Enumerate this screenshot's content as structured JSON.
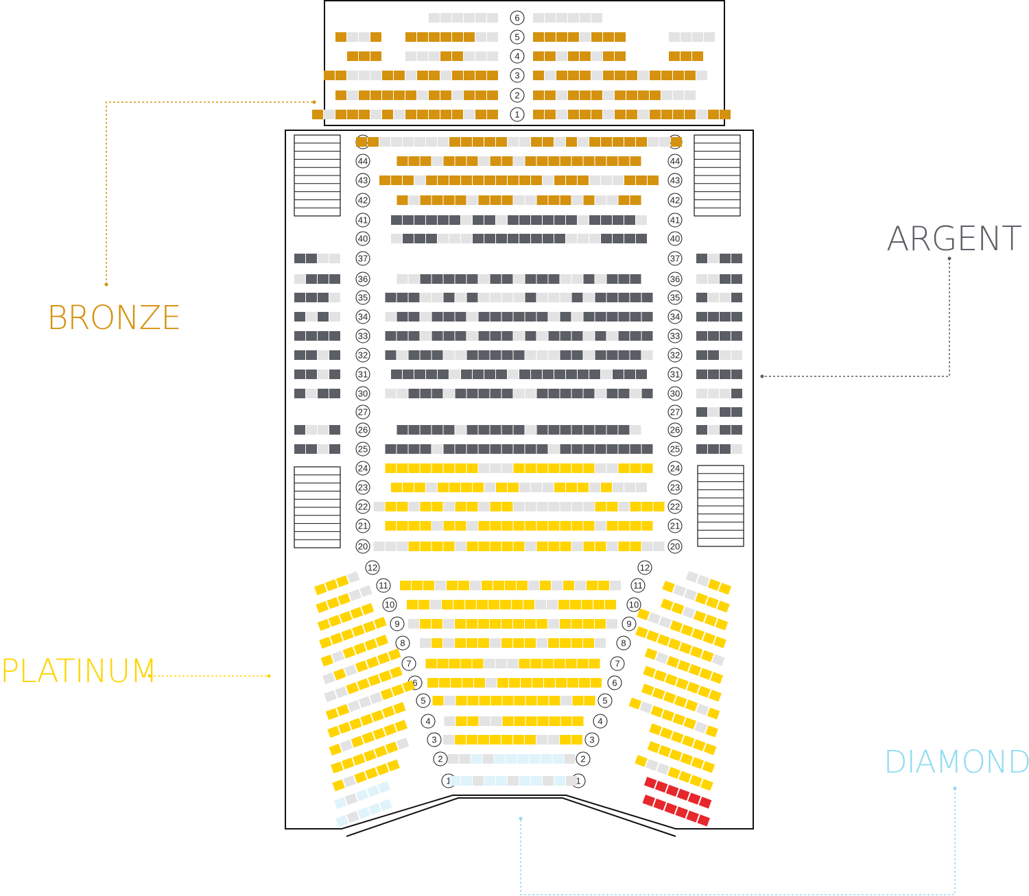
{
  "colors": {
    "bronze": "#d4920f",
    "argent": "#5c5e66",
    "platinum": "#ffd400",
    "diamond": "#dff3fb",
    "diamond_label": "#8fdcf2",
    "premium": "#e6282d",
    "unavailable": "#e3e3e3",
    "outline": "#111111"
  },
  "legend": {
    "bronze": "BRONZE",
    "argent": "ARGENT",
    "platinum": "PLATINUM",
    "diamond": "DIAMOND"
  },
  "balcony": {
    "rows": [
      {
        "num": "6",
        "left": "______",
        "right": "______",
        "far_right": ""
      },
      {
        "num": "5",
        "left": "B__B  BBBBBB__",
        "right": "BBBB_BBB",
        "far_right": "____"
      },
      {
        "num": "4",
        "left": "BBB  ___BB___",
        "right": "BB_BB_BB",
        "far_right": "BBB"
      },
      {
        "num": "3",
        "left": "BB___BB_BB_BBBB",
        "right": "B_BBB_BBB_BBBB_",
        "far_right": ""
      },
      {
        "num": "2",
        "left": "B_BBBBB_BB_BBB",
        "right": "BB_BBB_BBBB___",
        "far_right": ""
      },
      {
        "num": "1",
        "left": "B_BBB_B_BBBBB_BB",
        "right": "BB_BBB_BB_BBBB_BB",
        "far_right": ""
      }
    ]
  },
  "stalls": {
    "upper": [
      {
        "num": "45",
        "seats": "BB______BBBBB__BB_B_BBBBB__B"
      },
      {
        "num": "44",
        "seats": "BBB_BBB_BB_BBBBBBBBBB"
      },
      {
        "num": "43",
        "seats": "BBB_BBBBBBBBBB_BBB___BBB"
      },
      {
        "num": "42",
        "seats": "B_BBBB_BBB__BBB_B__BB"
      },
      {
        "num": "41",
        "seats": "AAAAAA_AA_AAAAAA_AAAA_"
      },
      {
        "num": "40",
        "seats": "_AAA___AAAAAAAA___AAAA"
      },
      {
        "num": "37",
        "seats": ""
      },
      {
        "num": "36",
        "seats": "__AAAAA_AA_AAA__A_AAA"
      },
      {
        "num": "35",
        "seats": "AAA__A_A____A___A_AAAAA"
      },
      {
        "num": "34",
        "seats": "_AA_AAA_AAAAAA_A_AAAAAA"
      },
      {
        "num": "33",
        "seats": "AAA_AAA_AAA_A_AAA_A_AAA"
      },
      {
        "num": "32",
        "seats": "A_AAA__AAAAA___AA_AAAA_"
      },
      {
        "num": "31",
        "seats": "AAAAA_AAAA_AAAAAAA_AAA"
      },
      {
        "num": "30",
        "seats": "__AAA_AAAAA__AAAAA_AA_A"
      },
      {
        "num": "27",
        "seats": ""
      },
      {
        "num": "26",
        "seats": "AAAAA_AAAAA_AAAAAAAA_"
      },
      {
        "num": "25",
        "seats": "AAAA_AAAAAAAAA_AAAAAAAA"
      },
      {
        "num": "24",
        "seats": "PPPPPPPP___PPPPPPP__PPP"
      },
      {
        "num": "23",
        "seats": "PPP_PPPP_PP___PPP_P___"
      },
      {
        "num": "22",
        "seats": "_PP_PP_PP_PP_______PP_PPP"
      },
      {
        "num": "21",
        "seats": "PPPP_PP_PPPPPPPPPP_PPPP"
      },
      {
        "num": "20",
        "seats": "___PPPP_PPPPP_PPP_PP_PP__"
      }
    ],
    "boxes_left": [
      {
        "num": "37",
        "seats": "AA__"
      },
      {
        "num": "36",
        "seats": "_AAA"
      },
      {
        "num": "35",
        "seats": "AAA_"
      },
      {
        "num": "34",
        "seats": "A_A_"
      },
      {
        "num": "33",
        "seats": "AAAA"
      },
      {
        "num": "32",
        "seats": "AA_A"
      },
      {
        "num": "31",
        "seats": "AA_A"
      },
      {
        "num": "30",
        "seats": "A_AA"
      },
      {
        "num": "26",
        "seats": "A__A"
      },
      {
        "num": "25",
        "seats": "AA_A"
      }
    ],
    "boxes_right": [
      {
        "num": "37",
        "seats": "A_AA"
      },
      {
        "num": "36",
        "seats": "__AA"
      },
      {
        "num": "35",
        "seats": "A__A"
      },
      {
        "num": "34",
        "seats": "AAAA"
      },
      {
        "num": "33",
        "seats": "AAAA"
      },
      {
        "num": "32",
        "seats": "AA__"
      },
      {
        "num": "31",
        "seats": "AAAA"
      },
      {
        "num": "30",
        "seats": "___A"
      },
      {
        "num": "27",
        "seats": "A_AA"
      },
      {
        "num": "26",
        "seats": "A_AA"
      },
      {
        "num": "25",
        "seats": "AAA_"
      }
    ],
    "lower": [
      {
        "num": "12",
        "seats": ""
      },
      {
        "num": "11",
        "seats": "PPP_PP_PPPP_P_P_PP_"
      },
      {
        "num": "10",
        "seats": "PP_PPPPPPPP__PPPPP"
      },
      {
        "num": "9",
        "seats": "_PP_PPPPPPPP_PPPP_"
      },
      {
        "num": "8",
        "seats": "_P_PPP_PPP_PPPP_"
      },
      {
        "num": "7",
        "seats": "PPPPP___PPPPPPP"
      },
      {
        "num": "6",
        "seats": "PPPPP_PPPPPPPPP"
      },
      {
        "num": "5",
        "seats": "P_PPPPPPPPP_PP"
      },
      {
        "num": "4",
        "seats": "_PP__PPPPPPP"
      },
      {
        "num": "3",
        "seats": "_PPPPPPP__PP"
      },
      {
        "num": "2",
        "seats": "__D_DDDDDD_"
      },
      {
        "num": "1",
        "seats": "DD_DD_DD_D_"
      }
    ],
    "wing_left": [
      "PPP_",
      "PPP__",
      "PPPPP",
      "PPPPPP",
      "P_PPPP",
      "_P_PPPP",
      "__PPPPP",
      "PP___PPP",
      "PPPPPPP",
      "P_PPPPP",
      "PPPPPP_",
      "P_PPPP",
      "D_DDD",
      "D_DDD"
    ],
    "wing_right": [
      "__PP",
      "P__PPP",
      "PP_PPP",
      "P__PPPPP",
      "PPPPPPP_",
      "P_PPPPP",
      "PPPPPPP",
      "PPPPP_P",
      "P_PPPP_P",
      "PPPPPP",
      "PPPPPP",
      "P__PPPP",
      "RRRRRR",
      "RRRRRR"
    ]
  }
}
